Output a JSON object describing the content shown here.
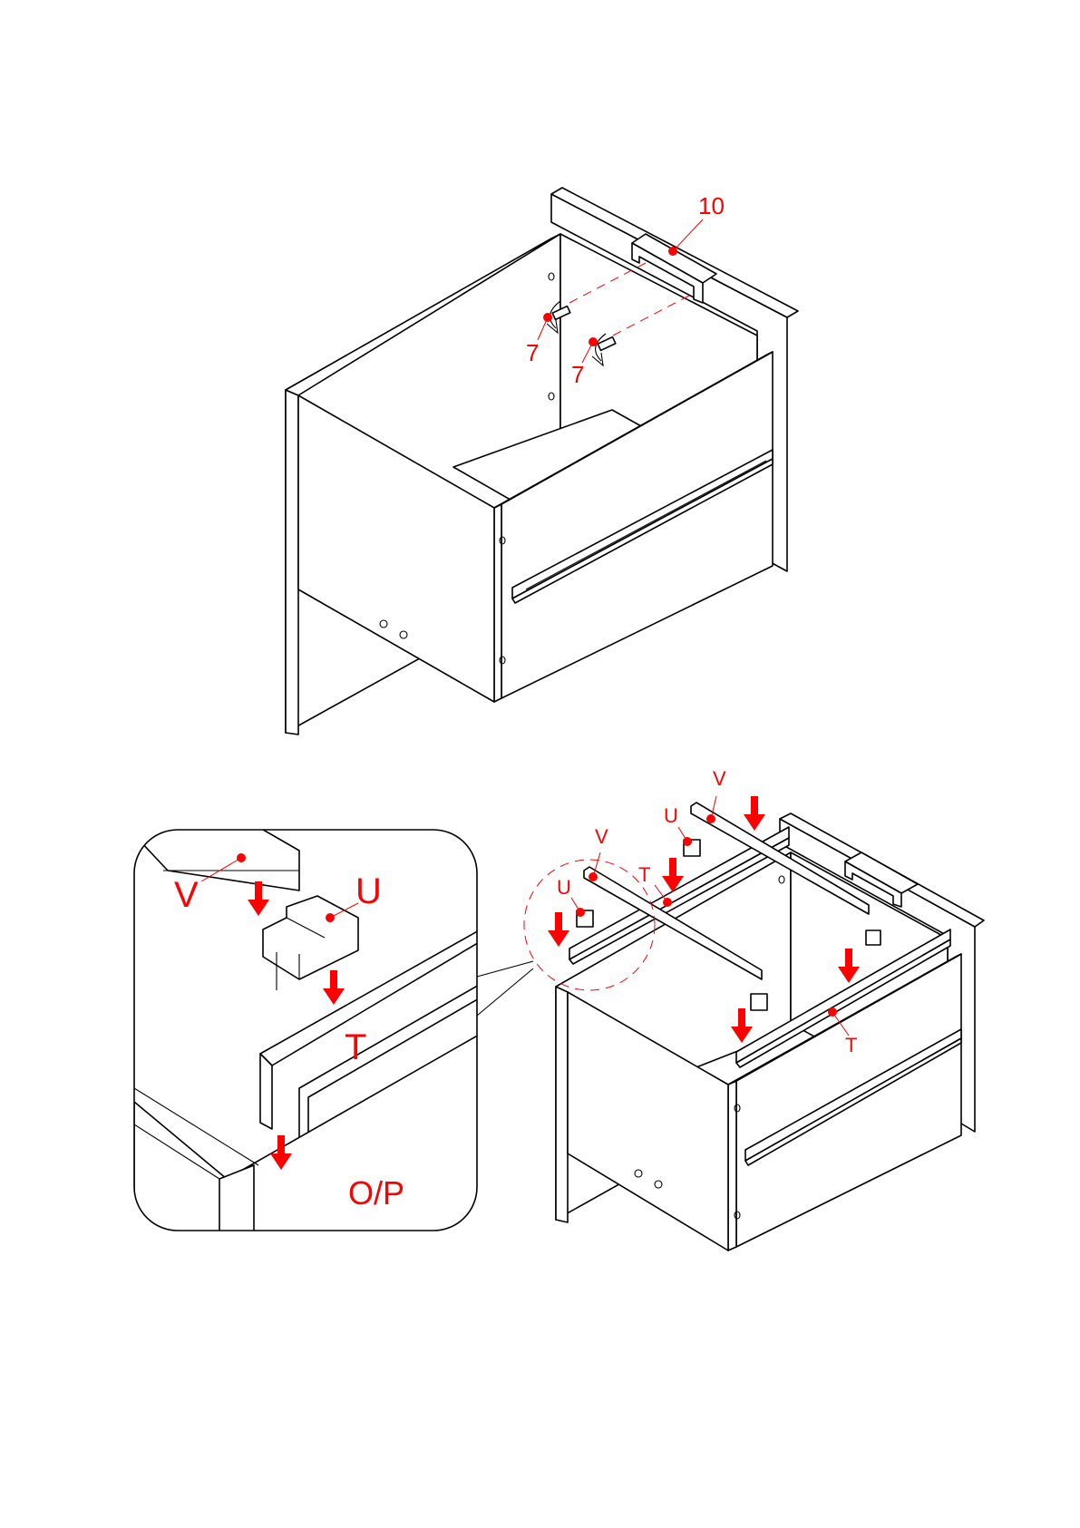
{
  "step_top": {
    "labels": {
      "bracket": "10",
      "screw_left": "7",
      "screw_right": "7"
    }
  },
  "step_bottom": {
    "detail_labels": {
      "v": "V",
      "u": "U",
      "t": "T",
      "op": "O/P"
    },
    "main_labels": {
      "v_back": "V",
      "v_front": "V",
      "u_back": "U",
      "u_front": "U",
      "t_back": "T",
      "t_front": "T"
    }
  },
  "colors": {
    "accent": "#ff0000",
    "line": "#000000"
  }
}
